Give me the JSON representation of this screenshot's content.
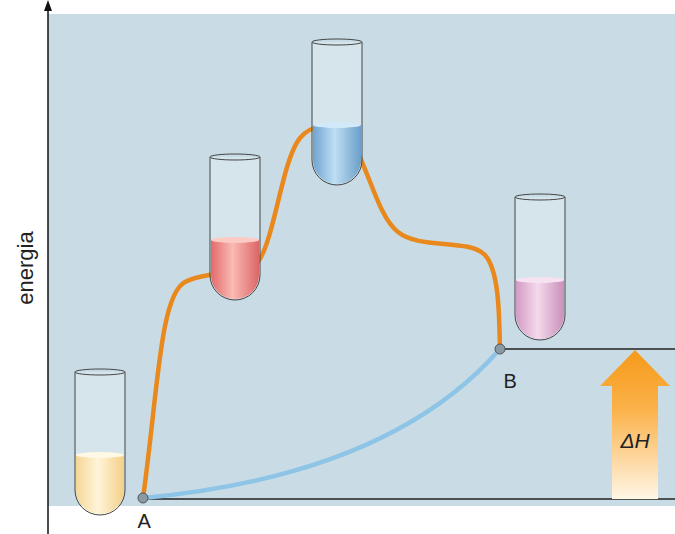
{
  "diagram": {
    "labels": [
      "energia",
      "A",
      "B",
      "ΔH"
    ]
  }
}
